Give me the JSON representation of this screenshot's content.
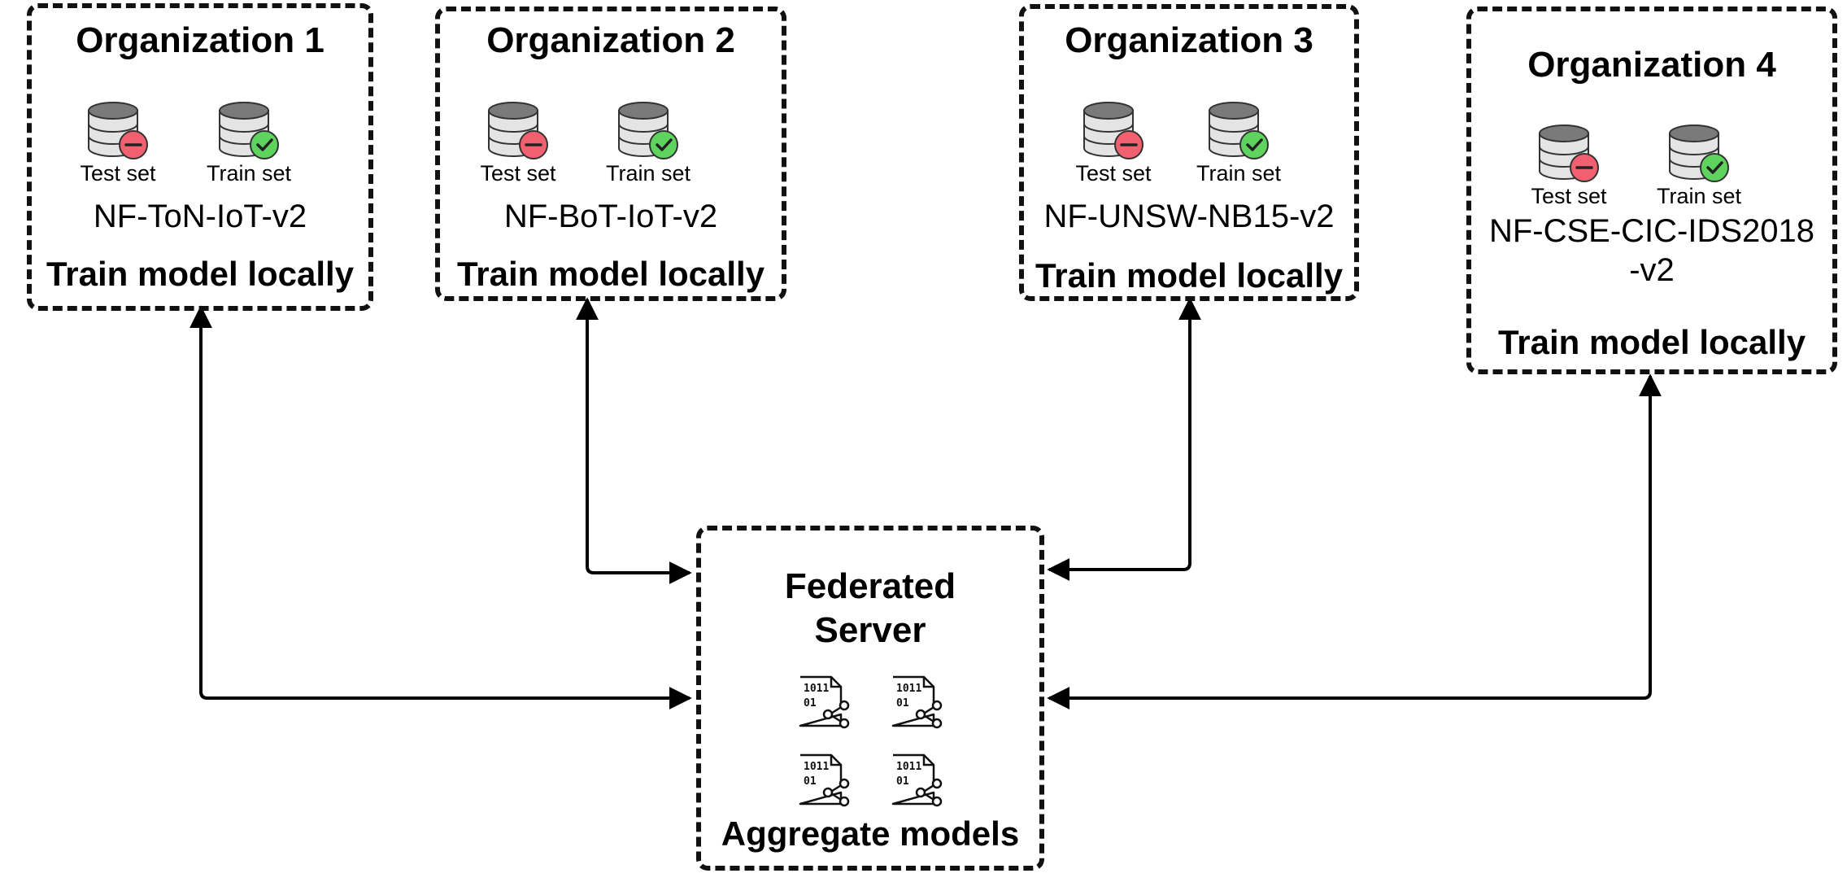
{
  "organizations": [
    {
      "title": "Organization 1",
      "test_label": "Test set",
      "train_label": "Train set",
      "dataset_line1": "NF-ToN-IoT-v2",
      "dataset_line2": "",
      "action": "Train model locally"
    },
    {
      "title": "Organization 2",
      "test_label": "Test set",
      "train_label": "Train set",
      "dataset_line1": "NF-BoT-IoT-v2",
      "dataset_line2": "",
      "action": "Train model locally"
    },
    {
      "title": "Organization 3",
      "test_label": "Test set",
      "train_label": "Train set",
      "dataset_line1": "NF-UNSW-NB15-v2",
      "dataset_line2": "",
      "action": "Train model locally"
    },
    {
      "title": "Organization 4",
      "test_label": "Test set",
      "train_label": "Train set",
      "dataset_line1": "NF-CSE-CIC-IDS2018",
      "dataset_line2": "-v2",
      "action": "Train model locally"
    }
  ],
  "server": {
    "title_line1": "Federated",
    "title_line2": "Server",
    "action": "Aggregate models",
    "model_icon_count": 4
  },
  "icons": {
    "test_set": "database-minus-icon",
    "train_set": "database-check-icon",
    "model": "binary-file-share-icon"
  },
  "colors": {
    "minus_badge": "#f0606e",
    "check_badge": "#5ed35e",
    "database": "#7a7a7a",
    "line": "#000000"
  }
}
